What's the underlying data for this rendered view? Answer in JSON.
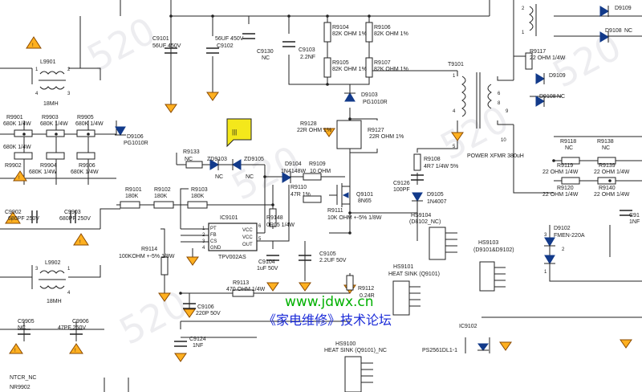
{
  "components": {
    "c9101": [
      "C9101",
      "56UF 450V"
    ],
    "c9102": [
      "56UF 450V",
      "C9102"
    ],
    "c9130": [
      "C9130",
      "NC"
    ],
    "c9103": [
      "C9103",
      "2.2NF"
    ],
    "r9104": [
      "R9104",
      "82K OHM 1%"
    ],
    "r9106": [
      "R9106",
      "82K OHM 1%"
    ],
    "r9105": [
      "R9105",
      "82K OHM 1%"
    ],
    "r9107": [
      "R9107",
      "82K OHM 1%"
    ],
    "l9901": [
      "L9901",
      "18MH"
    ],
    "r9901": [
      "R9901",
      "680K 1/4W"
    ],
    "r9903": [
      "R9903",
      "680K 1/4W"
    ],
    "r9905": [
      "R9905",
      "680K 1/4W"
    ],
    "r9902": [
      "R9902",
      "680K 1/4W"
    ],
    "r9904": [
      "R9904",
      "680K 1/4W"
    ],
    "r9906": [
      "R9906",
      "680K 1/4W"
    ],
    "d9106": [
      "D9106",
      "PG1010R"
    ],
    "d9103": [
      "D9103",
      "PG1010R"
    ],
    "r9128": [
      "R9128",
      "22R OHM 1%"
    ],
    "r9127": [
      "R9127",
      "22R OHM 1%"
    ],
    "r9133": [
      "R9133",
      "NC"
    ],
    "zd9103": [
      "ZD9103",
      "NC"
    ],
    "zd9105": [
      "ZD9105",
      "NC"
    ],
    "d9104": [
      "D9104",
      "1N4148W"
    ],
    "r9109": [
      "R9109",
      "10 OHM"
    ],
    "r9110": [
      "R9110",
      "47R 1%"
    ],
    "q9101": [
      "Q9101",
      "8N65"
    ],
    "c9126": [
      "C9126",
      "100PF"
    ],
    "r9108": [
      "R9108",
      "4R7 1/4W 5%"
    ],
    "d9105": [
      "D9105",
      "1N4007"
    ],
    "r9101": [
      "R9101",
      "180K"
    ],
    "r9102": [
      "R9102",
      "180K"
    ],
    "r9103": [
      "R9103",
      "180K"
    ],
    "r9111": [
      "R9111",
      "10K OHM +-5% 1/8W"
    ],
    "r9148": [
      "R9148",
      "0R05 1/4W"
    ],
    "c9104": [
      "C9104",
      "1uF 50V"
    ],
    "c9105": [
      "C9105",
      "2.2UF 50V"
    ],
    "r9114": [
      "R9114",
      "100KOHM +-5% 1/8W"
    ],
    "c9902": [
      "C9902",
      "680PF 250V"
    ],
    "c9903": [
      "C9903",
      "680PF 250V"
    ],
    "l9902": [
      "L9902",
      "18MH"
    ],
    "r9113": [
      "R9113",
      "470 OHM 1/4W"
    ],
    "c9106": [
      "C9106",
      "220P 50V"
    ],
    "c9124": [
      "C9124",
      "1NF"
    ],
    "r9112": [
      "R9112",
      "0.24R"
    ],
    "c9905": [
      "C9905",
      "NC"
    ],
    "c9906": [
      "C9906",
      "47PF 250V"
    ],
    "hs9104": [
      "HS9104",
      "(D8102_NC)"
    ],
    "hs9103": [
      "HS9103",
      "(D9101&D9102)"
    ],
    "hs9101": [
      "HS9101",
      "HEAT SINK (Q9101)"
    ],
    "hs9100": [
      "HS9100",
      "HEAT SINK (Q9101)_NC"
    ],
    "t9101": [
      "T9101",
      "POWER XFMR 380uH"
    ],
    "r9117": [
      "R9117",
      "22 OHM 1/4W"
    ],
    "d9109a": [
      "D9109",
      ""
    ],
    "d9108a": [
      "D9108",
      "NC"
    ],
    "d9109b": [
      "D9109",
      ""
    ],
    "d9108b": [
      "D9108",
      "NC"
    ],
    "r9118": [
      "R9118",
      "NC"
    ],
    "r9138": [
      "R9138",
      "NC"
    ],
    "r9119": [
      "R9119",
      "22 OHM 1/4W"
    ],
    "r9139": [
      "R9139",
      "22 OHM 1/4W"
    ],
    "r9120": [
      "R9120",
      "22 OHM 1/4W"
    ],
    "r9140": [
      "R9140",
      "22 OHM 1/4W"
    ],
    "d9102": [
      "D9102",
      "FMEN-220A"
    ],
    "ic9102": [
      "IC9102",
      "PS2561DL1-1"
    ],
    "ntcr": [
      "NTCR_NC",
      "NR9902"
    ],
    "c91x": [
      "C91",
      "1NF"
    ]
  },
  "ic9101": {
    "ref": "IC9101",
    "part": "TPV002AS",
    "left_pins": [
      "PT",
      "FB",
      "CS",
      "GND"
    ],
    "right_pins": [
      "VCC",
      "VCC",
      "OUT"
    ],
    "left_nums": [
      "1",
      "2",
      "3",
      "4"
    ],
    "right_nums": [
      "6",
      "5"
    ]
  },
  "pins": {
    "l9901": [
      "1",
      "2",
      "4",
      "3"
    ],
    "l9902": [
      "3",
      "1",
      "4"
    ],
    "t9101": [
      "1",
      "4",
      "5",
      "6",
      "8",
      "9",
      "10"
    ],
    "d9102": [
      "3",
      "2",
      "1"
    ],
    "top_right": [
      "2",
      "1"
    ]
  },
  "watermark": {
    "url": "www.jdwx.cn",
    "forum": "《家电维修》技术论坛",
    "ghost": "520"
  },
  "note_icon_text": "|||",
  "colors": {
    "ground_fill": "#ffb020",
    "diode_fill": "#123a8a",
    "watermark_blue": "#1b2bd8",
    "watermark_green": "#00b000"
  }
}
